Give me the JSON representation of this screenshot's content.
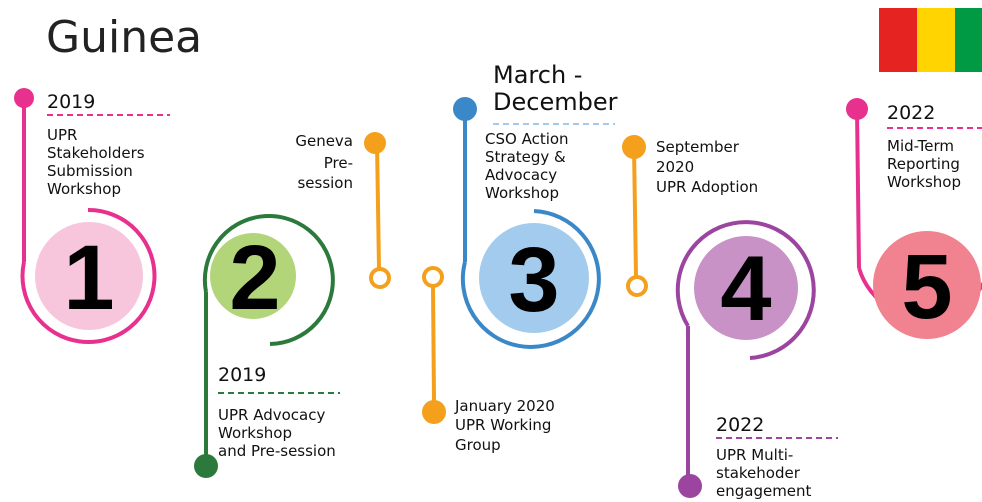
{
  "title": "Guinea",
  "flag_colors": [
    "#e52320",
    "#ffd400",
    "#009a44"
  ],
  "steps": [
    {
      "number": "1",
      "color": "#e8318f",
      "fill": "#f7c6dd",
      "heading": "2019",
      "lines": [
        "UPR",
        "Stakeholders",
        "Submission",
        "Workshop"
      ]
    },
    {
      "number": "2",
      "color": "#2b7a3b",
      "fill": "#b3d57a",
      "heading": "2019",
      "lines": [
        "UPR Advocacy",
        "Workshop",
        "and Pre-session"
      ],
      "extra_color": "#f4a01c",
      "extra_lines": [
        "Geneva",
        "Pre-",
        "session"
      ]
    },
    {
      "number": "3",
      "color": "#3b88c8",
      "fill": "#a3cbee",
      "heading_lines": [
        "March -",
        "December"
      ],
      "lines": [
        "CSO Action",
        "Strategy &",
        "Advocacy",
        "Workshop"
      ],
      "extra_color": "#f4a01c",
      "extra_lines": [
        "January 2020",
        "UPR Working",
        "Group"
      ]
    },
    {
      "number": "4",
      "color": "#9b44a0",
      "fill": "#c992c7",
      "heading": "2022",
      "lines": [
        "UPR Multi-",
        "stakehoder",
        "engagement"
      ],
      "extra_color": "#f4a01c",
      "extra_lines": [
        "September",
        "2020",
        "UPR Adoption"
      ]
    },
    {
      "number": "5",
      "color": "#e8318f",
      "fill": "#f0838f",
      "heading": "2022",
      "lines": [
        "Mid-Term",
        "Reporting",
        "Workshop"
      ]
    }
  ]
}
